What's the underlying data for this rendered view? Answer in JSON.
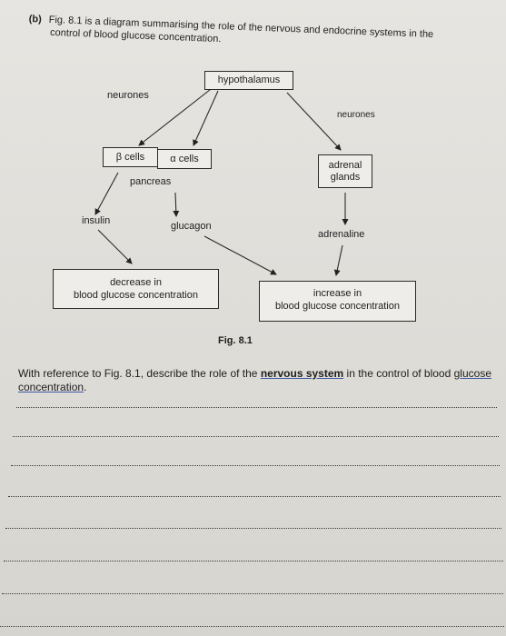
{
  "question": {
    "part": "(b)",
    "heading_line1": "Fig. 8.1 is a diagram summarising the role of the nervous and endocrine systems in the",
    "heading_line2": "control of blood glucose concentration.",
    "prompt_prefix": "With reference to Fig. 8.1, describe the role of the ",
    "prompt_bold": "nervous system",
    "prompt_middle": " in the control of blood",
    "prompt_underlined": "glucose concentration",
    "prompt_suffix": "."
  },
  "diagram": {
    "hypothalamus": "hypothalamus",
    "neurones_left": "neurones",
    "neurones_right": "neurones",
    "beta_cells": "β cells",
    "alpha_cells": "α cells",
    "pancreas": "pancreas",
    "adrenal_line1": "adrenal",
    "adrenal_line2": "glands",
    "insulin": "insulin",
    "glucagon": "glucagon",
    "adrenaline": "adrenaline",
    "decrease_line1": "decrease in",
    "decrease_line2": "blood glucose concentration",
    "increase_line1": "increase in",
    "increase_line2": "blood glucose concentration"
  },
  "figure_caption": "Fig. 8.1"
}
